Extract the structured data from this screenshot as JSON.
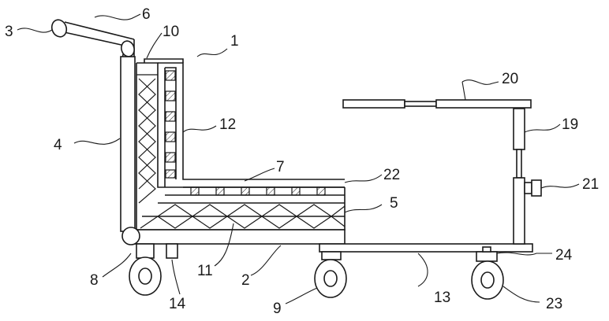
{
  "figure": {
    "labels": {
      "l1": "1",
      "l2": "2",
      "l3": "3",
      "l4": "4",
      "l5": "5",
      "l6": "6",
      "l7": "7",
      "l8": "8",
      "l9": "9",
      "l10": "10",
      "l11": "11",
      "l12": "12",
      "l13": "13",
      "l14": "14",
      "l19": "19",
      "l20": "20",
      "l21": "21",
      "l22": "22",
      "l23": "23",
      "l24": "24"
    }
  }
}
